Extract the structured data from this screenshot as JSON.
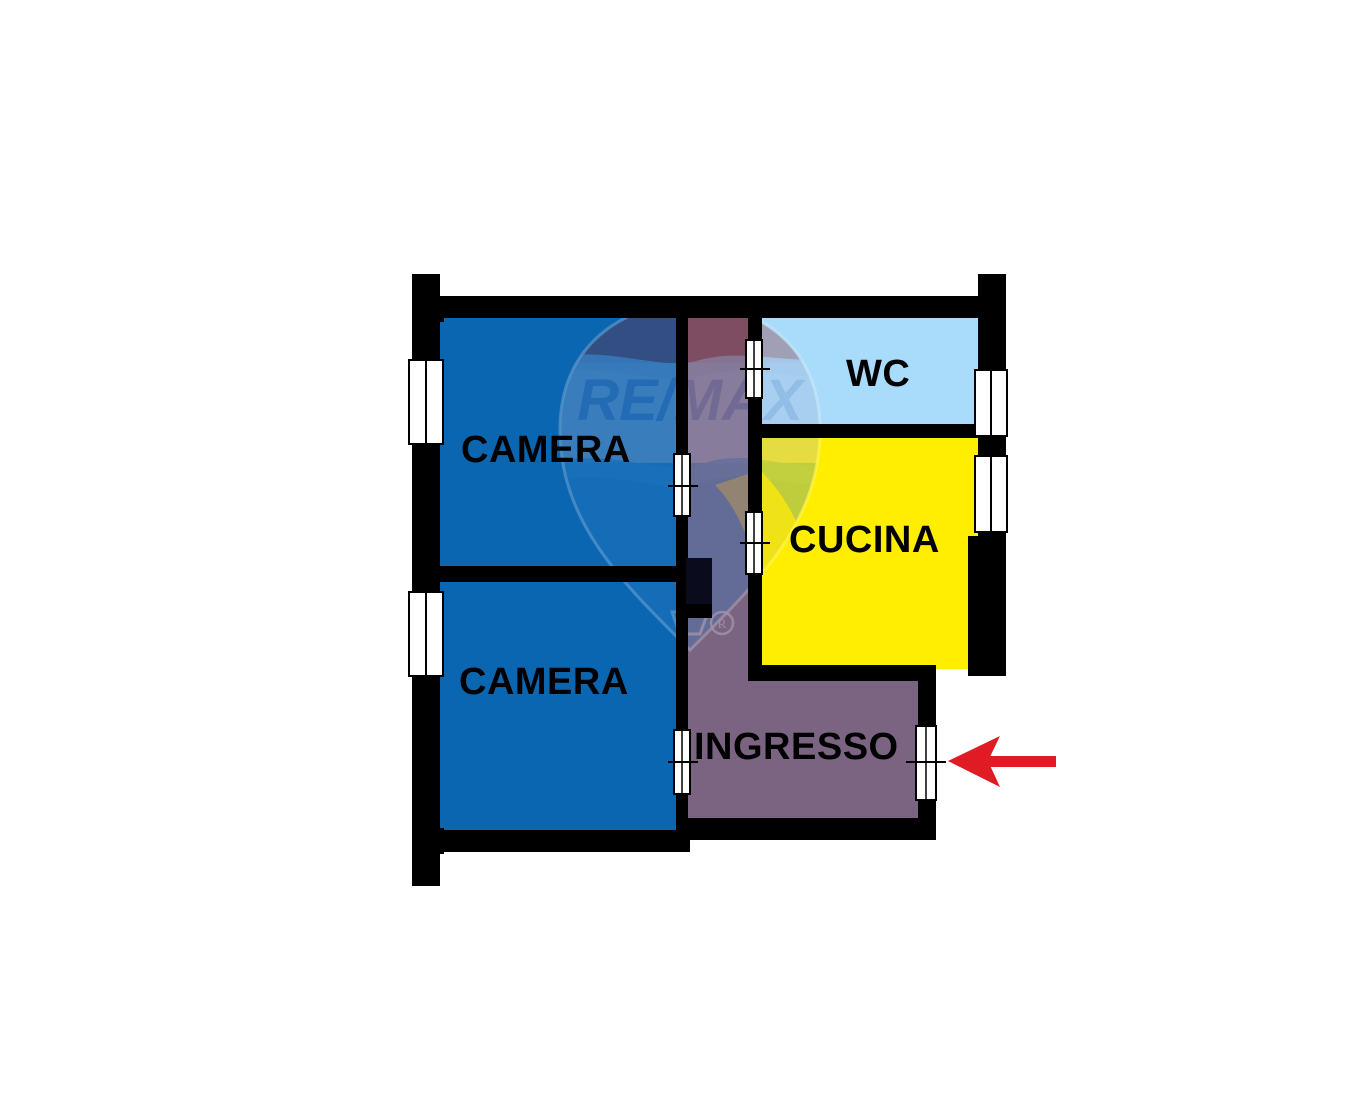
{
  "document": {
    "type": "residential-floor-plan",
    "background_color": "#ffffff"
  },
  "rooms": [
    {
      "id": "camera-1",
      "label": "CAMERA",
      "color": "#0B66B2",
      "position": "upper-left"
    },
    {
      "id": "camera-2",
      "label": "CAMERA",
      "color": "#0B66B2",
      "position": "lower-left"
    },
    {
      "id": "wc",
      "label": "WC",
      "color": "#A9DCFA",
      "position": "upper-right"
    },
    {
      "id": "cucina",
      "label": "CUCINA",
      "color": "#FFEE00",
      "position": "middle-right"
    },
    {
      "id": "ingresso",
      "label": "INGRESSO",
      "color": "#7B6482",
      "position": "lower-right"
    }
  ],
  "annotations": {
    "entrance_arrow": {
      "name": "entrance-arrow",
      "color": "#E01B24",
      "direction": "left",
      "points_to": "INGRESSO"
    }
  },
  "watermark": {
    "brand": "RE/MAX",
    "registered_mark": "®",
    "balloon_top_color": "#8B1A1A",
    "balloon_middle_color": "#9AA8CF",
    "balloon_bottom_color": "#3E86C8",
    "opacity": "0.30"
  },
  "openings": {
    "windows_left_wall": 2,
    "windows_right_wall": 2,
    "interior_doors": 4,
    "entrance_door": 1
  },
  "colors": {
    "wall": "#000000",
    "window_fill": "#ffffff",
    "camera_blue": "#0B66B2",
    "wc_blue": "#A9DCFA",
    "cucina_yellow": "#FFEE00",
    "ingresso_purple": "#7B6482",
    "arrow_red": "#E01B24"
  }
}
